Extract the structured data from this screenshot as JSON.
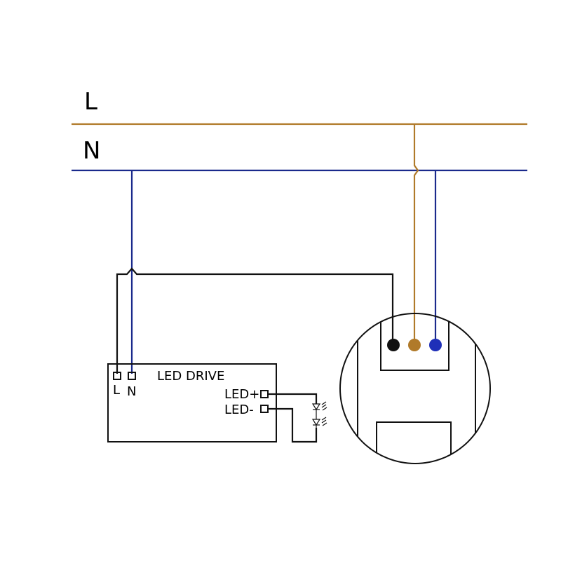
{
  "mains": {
    "line_label": "L",
    "neutral_label": "N",
    "line_color": "#b07a2a",
    "neutral_color": "#1a2a8c"
  },
  "driver": {
    "title": "LED DRIVE",
    "input_l": "L",
    "input_n": "N",
    "out_plus": "LED+",
    "out_minus": "LED-"
  },
  "lamp_terminals": {
    "black": "#111111",
    "brown": "#b07a2a",
    "blue": "#1f2fb8"
  },
  "signal_wire_color": "#111111"
}
